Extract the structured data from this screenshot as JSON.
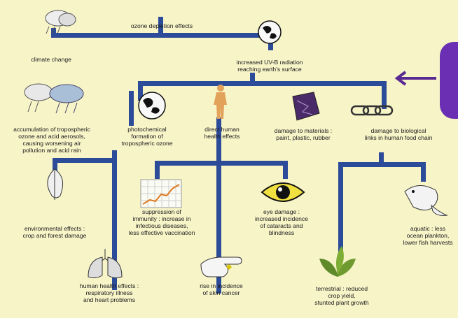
{
  "colors": {
    "background": "#f7f4c8",
    "connector": "#2c4b98",
    "callout": "#6a2fb3"
  },
  "labels": {
    "ozone_depletion": "ozone depletion effects",
    "climate_change": "climate change",
    "uvb": "increased UV-B radiation\nreaching earth's surface",
    "tropospheric_acid": "accumulation of tropospheric\nozone and acid aerosols,\ncausing worsening air\npollution and acid rain",
    "photochemical": "photochemical\nformation of\ntropospheric ozone",
    "direct_health": "direct human\nhealth effects",
    "materials": "damage to materials :\npaint, plastic, rubber",
    "biological": "damage to biological\nlinks in human food chain",
    "immunity": "suppression of\nimmunity : increase in\ninfectious diseases,\nless effective vaccination",
    "eye": "eye damage :\nincreased incidence\nof cataracts and\nblindness",
    "environmental": "environmental effects :\ncrop and forest damage",
    "aquatic": "aquatic : less\nocean plankton,\nlower fish harvests",
    "respiratory": "human health effects :\nrespiratory illness\nand heart problems",
    "skin": "rise in incidence\nof skin cancer",
    "terrestrial": "terrestrial : reduced\ncrop yield,\nstunted plant growth"
  },
  "icons": [
    "storm-cloud-icon",
    "earth-globe-icon",
    "storm-clouds-icon",
    "earth-globe-icon",
    "human-figure-icon",
    "damaged-material-icon",
    "chain-link-icon",
    "leaf-icon",
    "graph-paper-icon",
    "eye-icon",
    "lungs-icon",
    "hand-icon",
    "plant-icon",
    "fish-icon",
    "left-arrow-icon"
  ]
}
